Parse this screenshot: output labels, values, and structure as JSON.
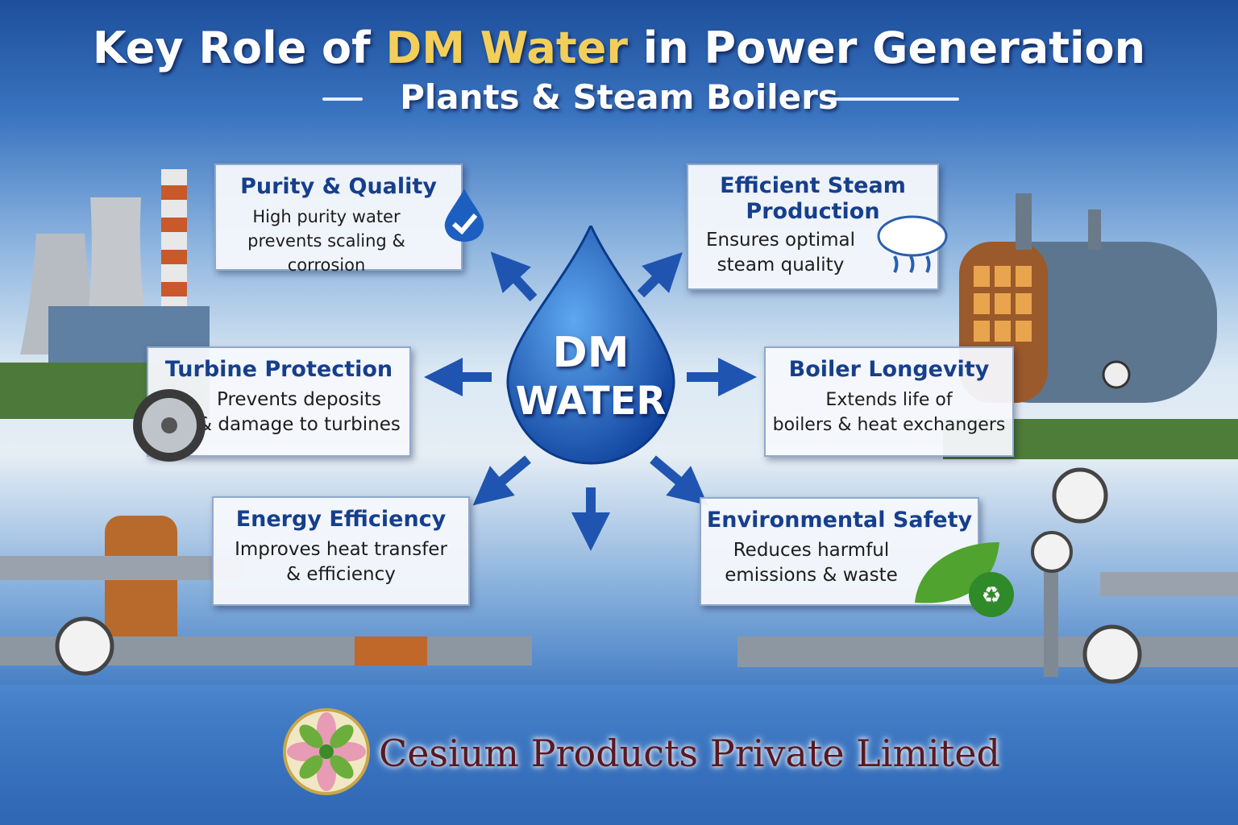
{
  "header": {
    "title_pre": "Key Role of ",
    "title_highlight": "DM Water",
    "title_post": " in Power Generation",
    "subtitle": "Plants & Steam Boilers"
  },
  "center": {
    "line1": "DM",
    "line2": "WATER"
  },
  "cards": [
    {
      "title": "Purity & Quality",
      "text1": "High purity water",
      "text2": "prevents scaling & corrosion",
      "icon": "water-drop-check-icon"
    },
    {
      "title1": "Efficient Steam",
      "title2": "Production",
      "text1": "Ensures optimal",
      "text2": "steam quality",
      "icon": "steam-cloud-icon"
    },
    {
      "title": "Turbine Protection",
      "text1": "Prevents deposits",
      "text2": "& damage to turbines",
      "icon": "turbine-icon"
    },
    {
      "title": "Boiler Longevity",
      "text1": "Extends life of",
      "text2": "boilers & heat exchangers",
      "icon": "heat-exchanger-icon"
    },
    {
      "title": "Energy Efficiency",
      "text1": "Improves heat transfer",
      "text2": "& efficiency"
    },
    {
      "title": "Environmental Safety",
      "text1": "Reduces harmful",
      "text2": "emissions & waste",
      "icon": "leaf-recycle-icon"
    }
  ],
  "footer": {
    "company": "Cesium Products Private Limited"
  },
  "colors": {
    "title_highlight": "#f3cf5a",
    "card_title": "#163f8c",
    "brand": "#5a1820"
  }
}
